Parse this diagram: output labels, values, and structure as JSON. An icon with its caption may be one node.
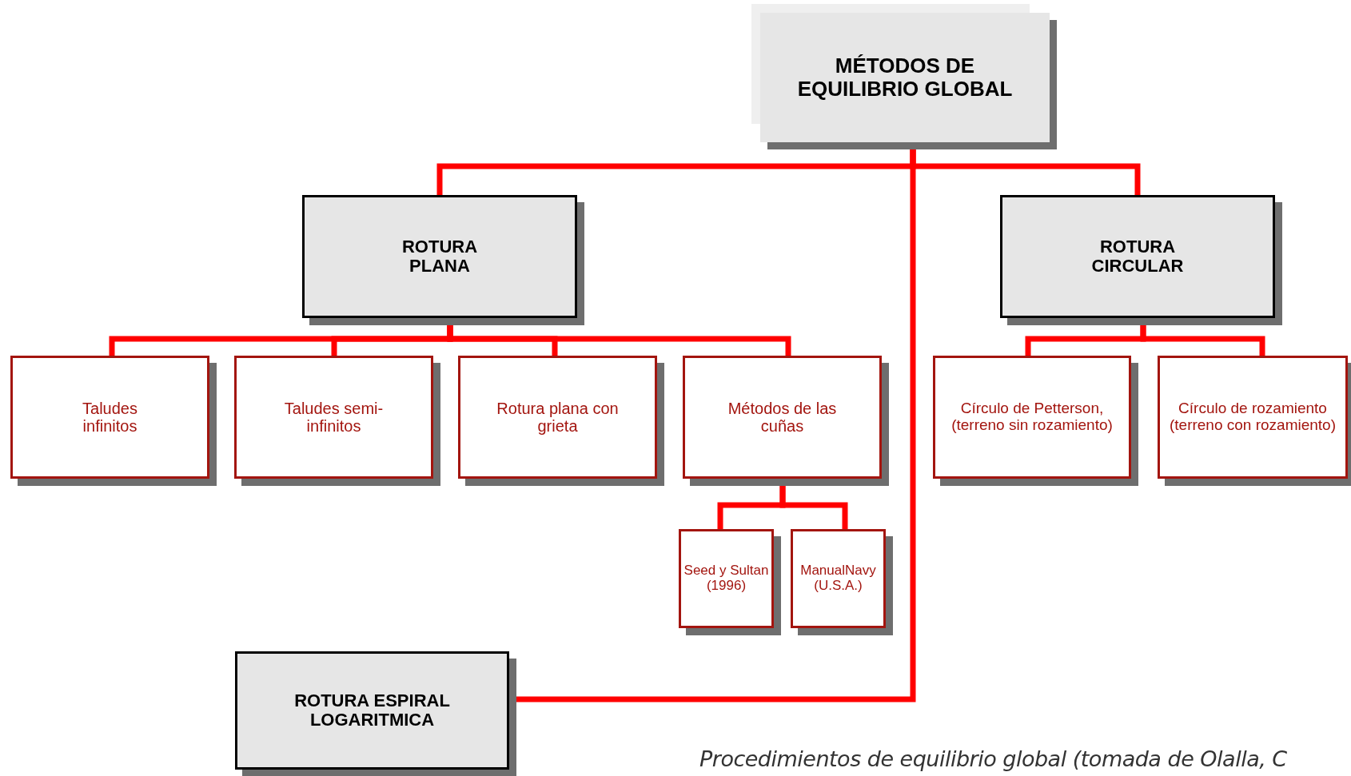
{
  "diagram": {
    "caption": "Procedimientos de equilibrio global (tomada de Olalla, C",
    "nodes": [
      {
        "text": [
          "MÉTODOS DE EQUILIBRIO GLOBAL"
        ]
      },
      {
        "text": [
          "ROTURA PLANA"
        ]
      },
      {
        "text": [
          "ROTURA CIRCULAR"
        ]
      },
      {
        "text": [
          "Taludes infinitos"
        ]
      },
      {
        "text": [
          "Taludes semi-infinitos"
        ]
      },
      {
        "text": [
          "Rotura plana con grieta"
        ]
      },
      {
        "text": [
          "Métodos de las cuñas"
        ]
      },
      {
        "text": [
          "Círculo de Petterson, (terreno sin rozamiento)"
        ]
      },
      {
        "text": [
          "Círculo de rozamiento (terreno con rozamiento)"
        ]
      },
      {
        "text": [
          "Seed y Sultan (1996)"
        ]
      },
      {
        "text": [
          "ManualNavy (U.S.A.)"
        ]
      },
      {
        "text": [
          "ROTURA ESPIRAL LOGARITMICA"
        ]
      }
    ],
    "edges": [
      {
        "from": 0,
        "to": 1,
        "arrow": "none"
      },
      {
        "from": 0,
        "to": 2,
        "arrow": "none"
      },
      {
        "from": 0,
        "to": 11,
        "arrow": "none"
      },
      {
        "from": 1,
        "to": 3,
        "arrow": "none"
      },
      {
        "from": 1,
        "to": 4,
        "arrow": "none"
      },
      {
        "from": 1,
        "to": 5,
        "arrow": "none"
      },
      {
        "from": 1,
        "to": 6,
        "arrow": "none"
      },
      {
        "from": 2,
        "to": 7,
        "arrow": "none"
      },
      {
        "from": 2,
        "to": 8,
        "arrow": "none"
      },
      {
        "from": 6,
        "to": 9,
        "arrow": "none"
      },
      {
        "from": 6,
        "to": 10,
        "arrow": "none"
      }
    ]
  }
}
